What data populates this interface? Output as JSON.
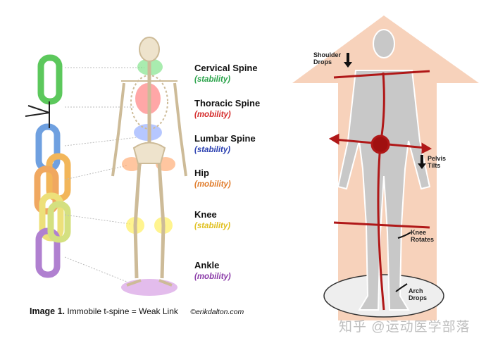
{
  "left_panel": {
    "labels": [
      {
        "name": "Cervical Spine",
        "role": "(stability)",
        "color": "#2aa34a"
      },
      {
        "name": "Thoracic Spine",
        "role": "(mobility)",
        "color": "#d42a2a"
      },
      {
        "name": "Lumbar Spine",
        "role": "(stability)",
        "color": "#2a3fb0"
      },
      {
        "name": "Hip",
        "role": "(mobility)",
        "color": "#e07b2a"
      },
      {
        "name": "Knee",
        "role": "(stability)",
        "color": "#e0c020"
      },
      {
        "name": "Ankle",
        "role": "(mobility)",
        "color": "#8a3aa8"
      }
    ],
    "caption": {
      "title": "Image 1.",
      "text": "Immobile t-spine = Weak Link",
      "credit": "©erikdalton.com"
    }
  },
  "right_panel": {
    "annotations": [
      "Shoulder\nDrops",
      "Pelvis\nTilts",
      "Knee\nRotates",
      "Arch\nDrops"
    ]
  },
  "watermark": "知乎 @运动医学部落"
}
